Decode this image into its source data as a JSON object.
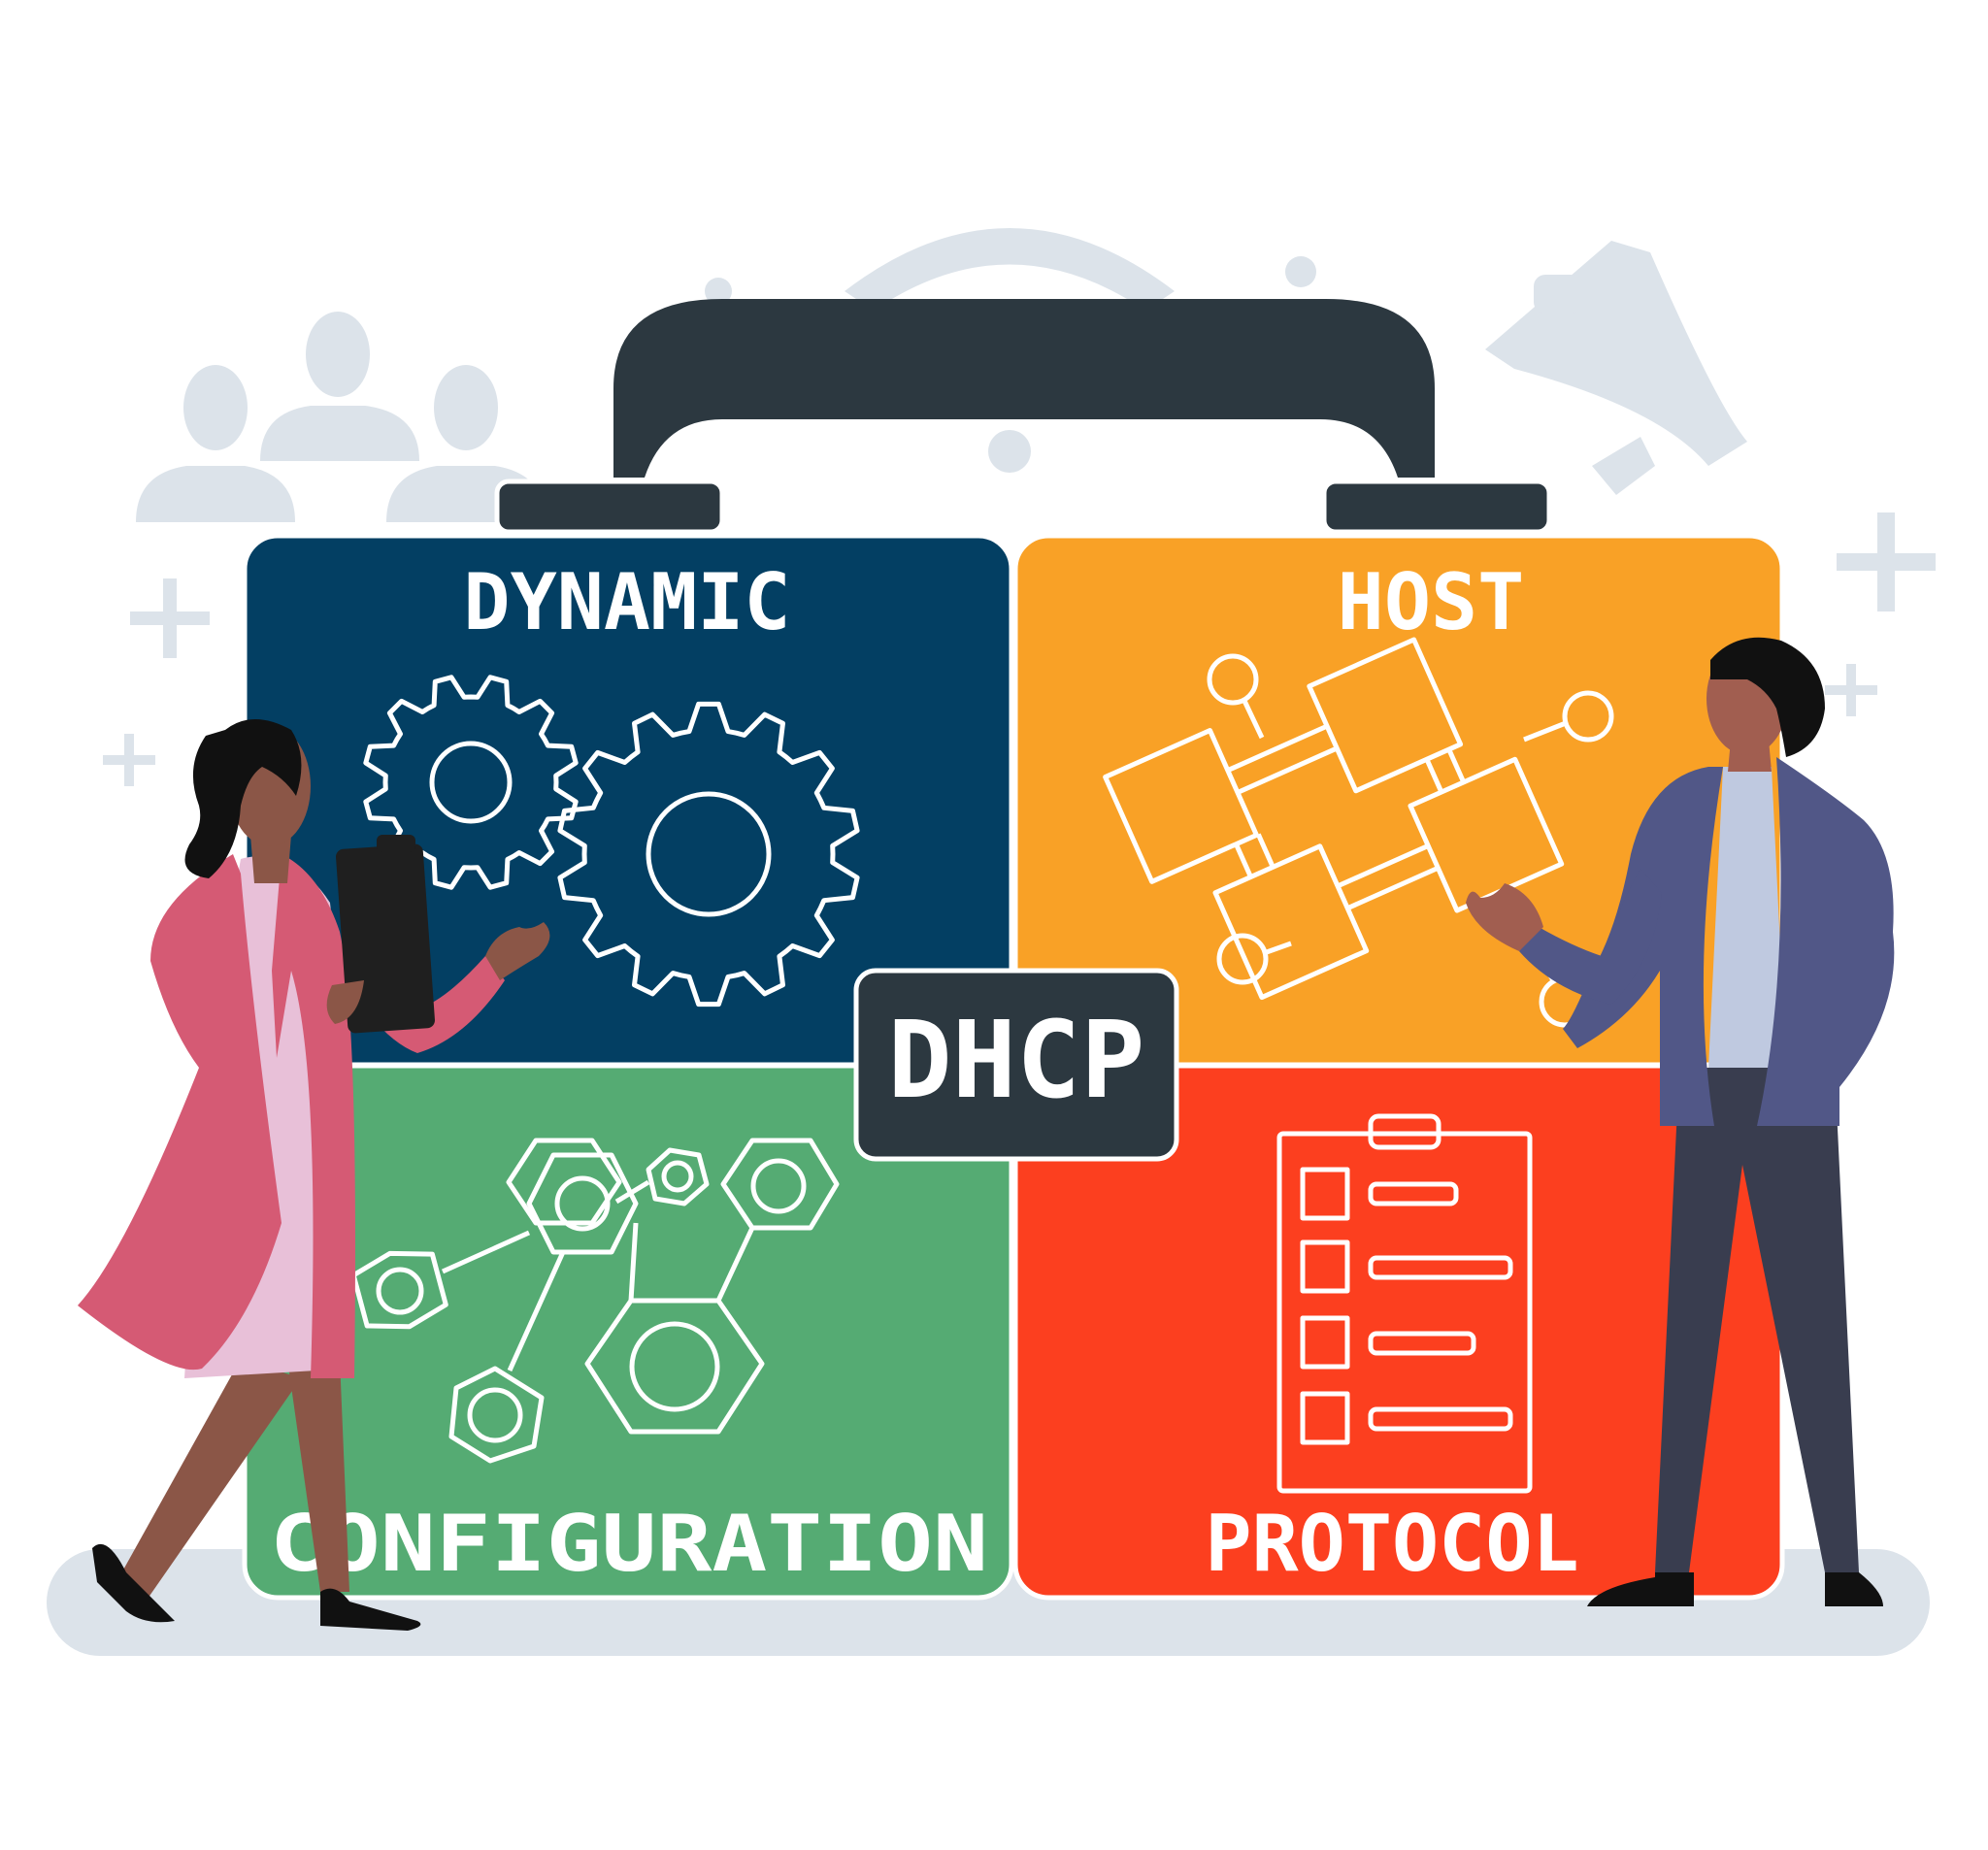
{
  "quadrants": {
    "top_left": {
      "label": "DYNAMIC",
      "color": "#033F63",
      "icon": "gears-icon"
    },
    "top_right": {
      "label": "HOST",
      "color": "#F9A126",
      "icon": "network-nodes-icon"
    },
    "bottom_left": {
      "label": "CONFIGURATION",
      "color": "#55AB73",
      "icon": "molecule-structure-icon"
    },
    "bottom_right": {
      "label": "PROTOCOL",
      "color": "#FC3F1F",
      "icon": "clipboard-checklist-icon"
    }
  },
  "center_badge": {
    "label": "DHCP",
    "color": "#2C3840"
  },
  "colors": {
    "background_shapes": "#DCE3EA",
    "handle": "#2C3840",
    "outline": "#FFFFFF"
  },
  "people": {
    "woman": {
      "icon": "woman-with-tablet-icon"
    },
    "man": {
      "icon": "man-presenting-icon"
    }
  },
  "background_icons": [
    "people-group-icon",
    "megaphone-icon",
    "sparkle-icon"
  ]
}
